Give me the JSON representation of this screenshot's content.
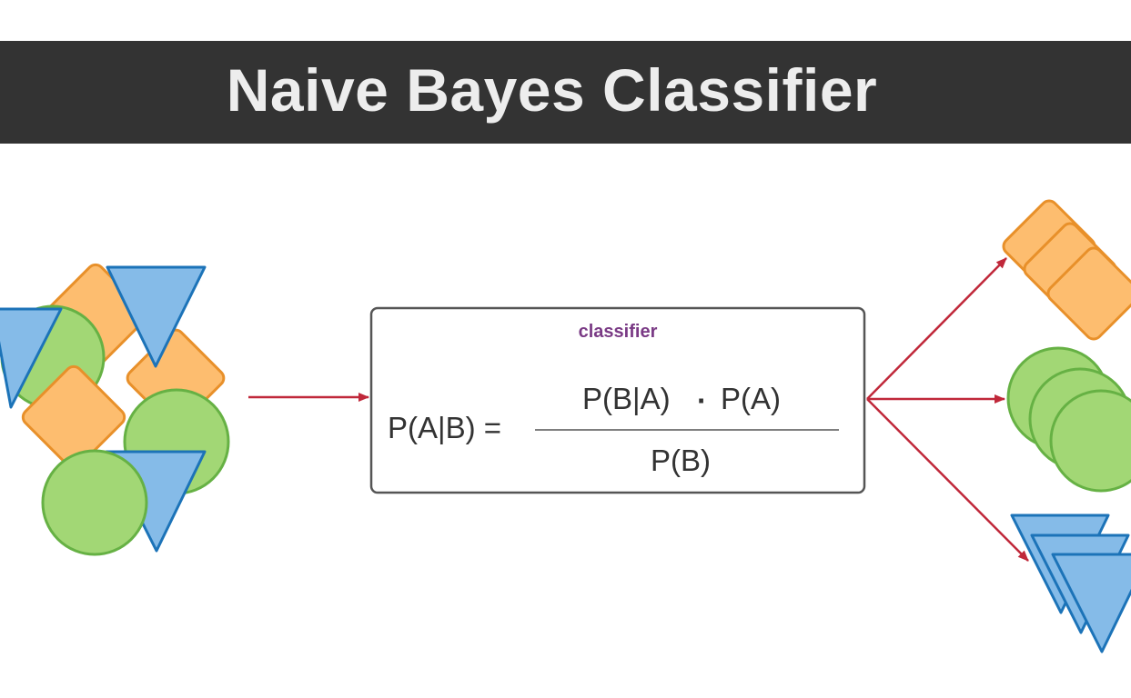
{
  "title": "Naive Bayes Classifier",
  "classifier": {
    "label": "classifier",
    "lhs": "P(A|B) =",
    "numerator_left": "P(B|A)",
    "dot": "·",
    "numerator_right": "P(A)",
    "denominator": "P(B)"
  },
  "colors": {
    "banner_bg": "#333333",
    "banner_text": "#ededed",
    "arrow": "#c0283a",
    "orange_fill": "#fdbd6f",
    "orange_stroke": "#e8902a",
    "green_fill": "#a2d775",
    "green_stroke": "#66b144",
    "blue_fill": "#85bbe8",
    "blue_stroke": "#1c73b8",
    "box_stroke": "#555555",
    "label_purple": "#7a3a85"
  }
}
